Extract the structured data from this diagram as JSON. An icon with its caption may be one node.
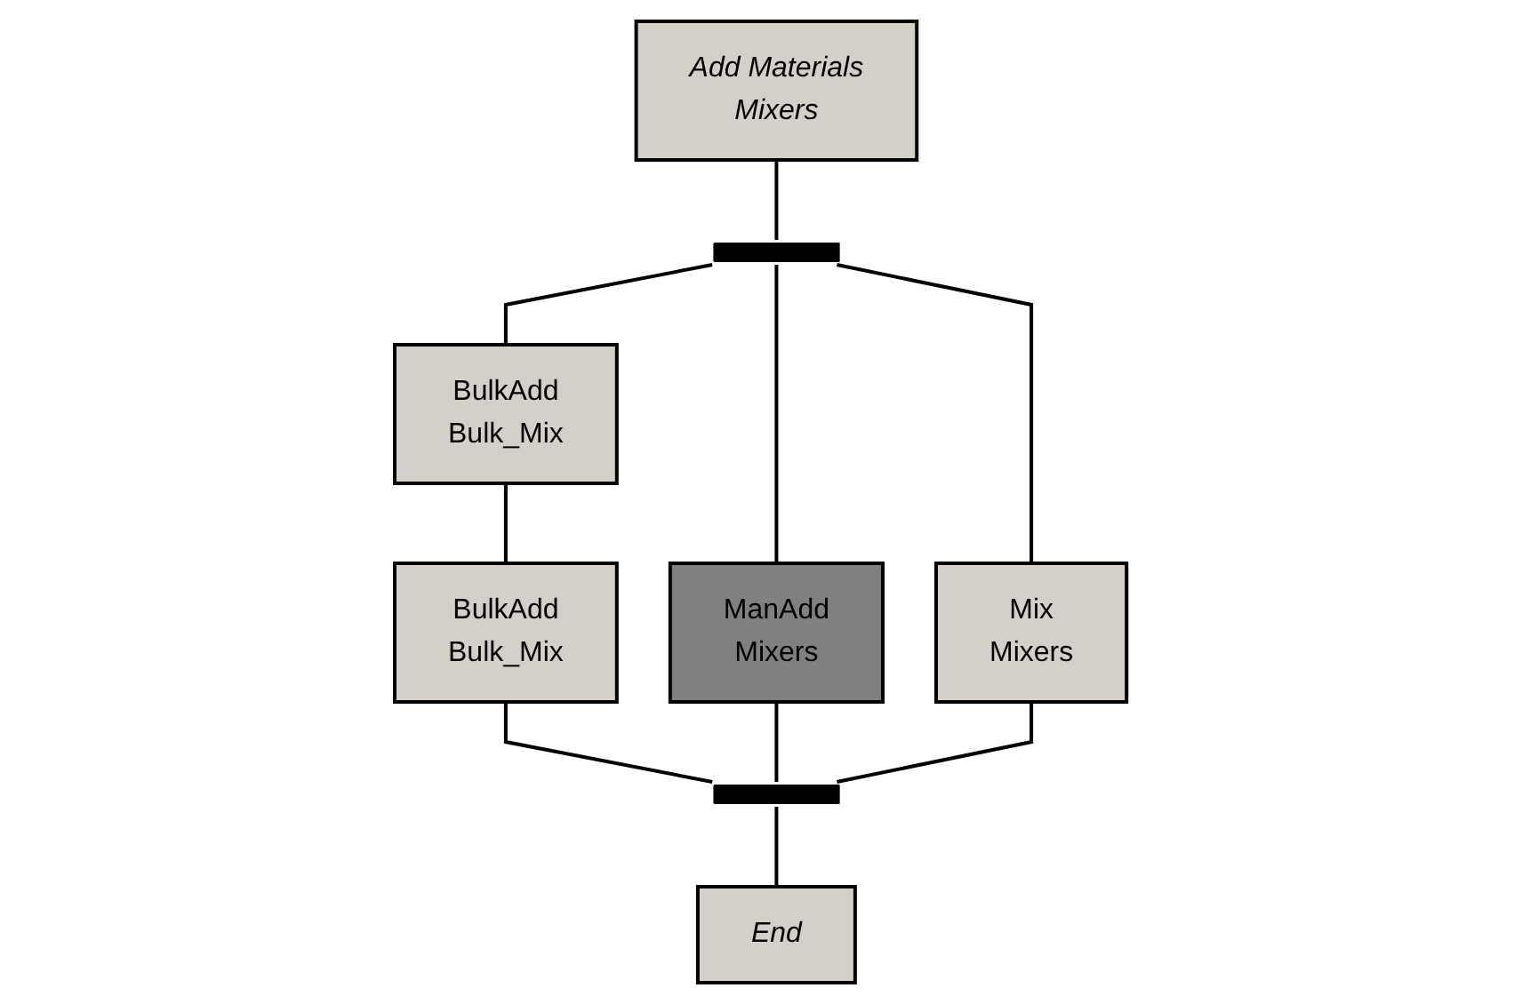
{
  "diagram": {
    "nodes": [
      {
        "text": [
          "Add Materials",
          "Mixers"
        ]
      },
      {
        "text": [],
        "shape": "bar"
      },
      {
        "text": [
          "BulkAdd",
          "Bulk_Mix"
        ]
      },
      {
        "text": [
          "ManAdd",
          "Mixers"
        ]
      },
      {
        "text": [
          "Mix",
          "Mixers"
        ]
      },
      {
        "text": [
          "BulkAdd",
          "Bulk_Mix"
        ]
      },
      {
        "text": [],
        "shape": "bar"
      },
      {
        "text": [
          "End"
        ]
      }
    ],
    "edges": [
      {
        "from": 0,
        "to": 1,
        "arrow": "none"
      },
      {
        "from": 1,
        "to": 2,
        "arrow": "none"
      },
      {
        "from": 1,
        "to": 3,
        "arrow": "none"
      },
      {
        "from": 1,
        "to": 4,
        "arrow": "none"
      },
      {
        "from": 2,
        "to": 5,
        "arrow": "none"
      },
      {
        "from": 5,
        "to": 6,
        "arrow": "none"
      },
      {
        "from": 3,
        "to": 6,
        "arrow": "none"
      },
      {
        "from": 4,
        "to": 6,
        "arrow": "none"
      },
      {
        "from": 6,
        "to": 7,
        "arrow": "none"
      }
    ]
  }
}
